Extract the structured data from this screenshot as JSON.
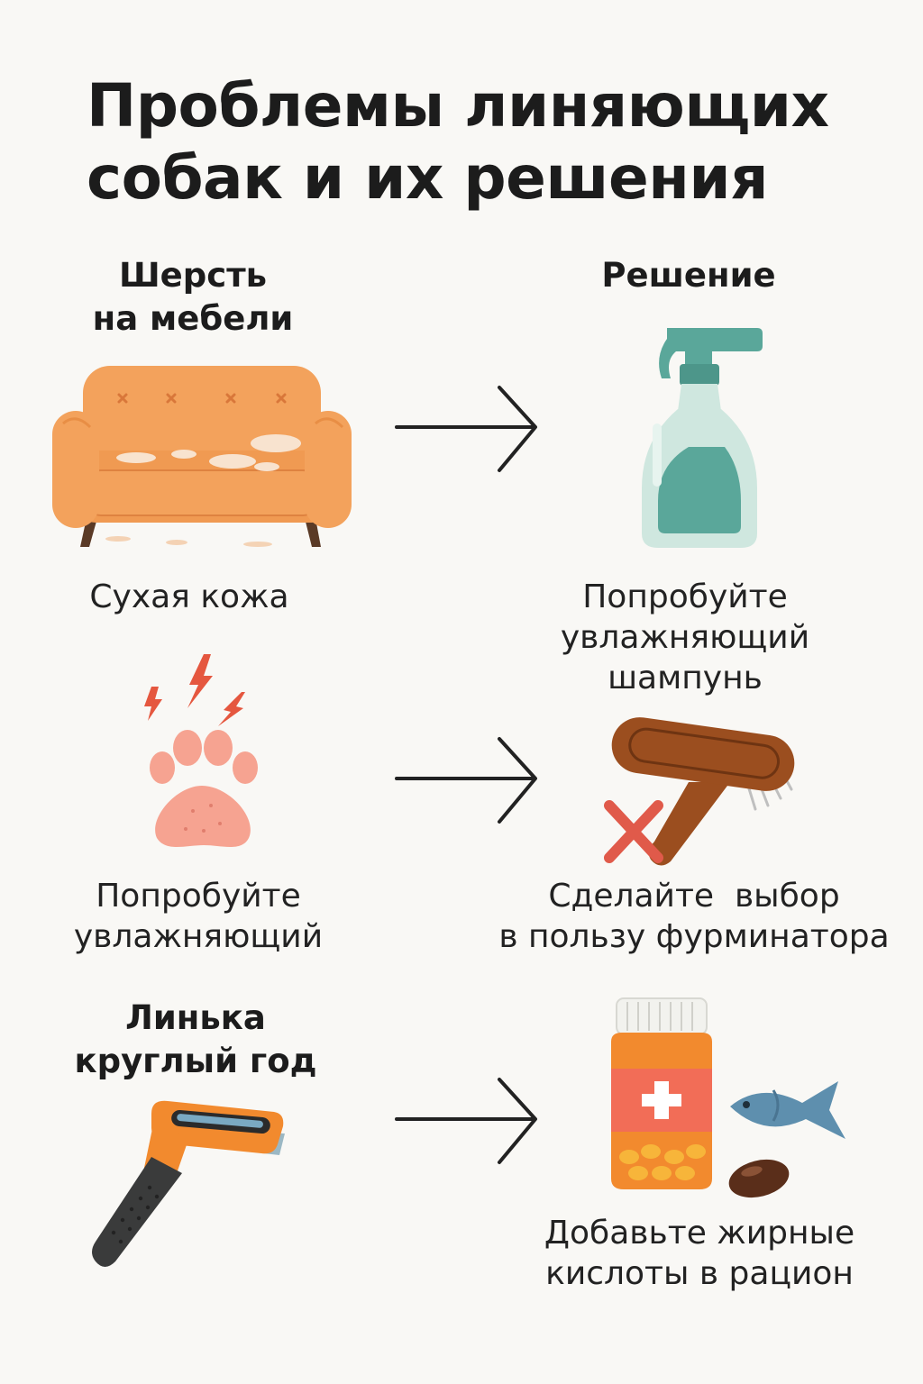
{
  "title": {
    "line1": "Проблемы линяющих",
    "line2": "собак и их решения"
  },
  "rows": [
    {
      "problem_heading": [
        "Шерсть",
        "на мебели"
      ],
      "problem_icon": "sofa-icon",
      "problem_caption": [
        "Сухая кожа"
      ],
      "solution_heading": "Решение",
      "solution_icon": "spray-bottle-icon",
      "solution_caption": [
        "Попробуйте",
        "увлажняющий",
        "шампунь"
      ]
    },
    {
      "problem_icon": "itchy-paw-icon",
      "problem_caption": [
        "Попробуйте",
        "увлажняющий"
      ],
      "solution_icon": "crossed-brush-icon",
      "solution_caption": [
        "Сделайте  выбор",
        "в пользу фурминатора"
      ]
    },
    {
      "problem_heading": [
        "Линька",
        "круглый год"
      ],
      "problem_icon": "deshedding-tool-icon",
      "solution_icon": "supplements-fish-icon",
      "solution_caption": [
        "Добавьте жирные",
        "кислоты в рацион"
      ]
    }
  ],
  "colors": {
    "background": "#f9f8f5",
    "sofa": "#f3a25c",
    "bottle_body": "#cfe7df",
    "bottle_accent": "#5aa79a",
    "paw": "#f6a391",
    "lightning": "#e5573f",
    "brush": "#9b4e1f",
    "cross": "#e05a4a",
    "jar": "#f28a2e",
    "fish": "#5e8fae"
  }
}
